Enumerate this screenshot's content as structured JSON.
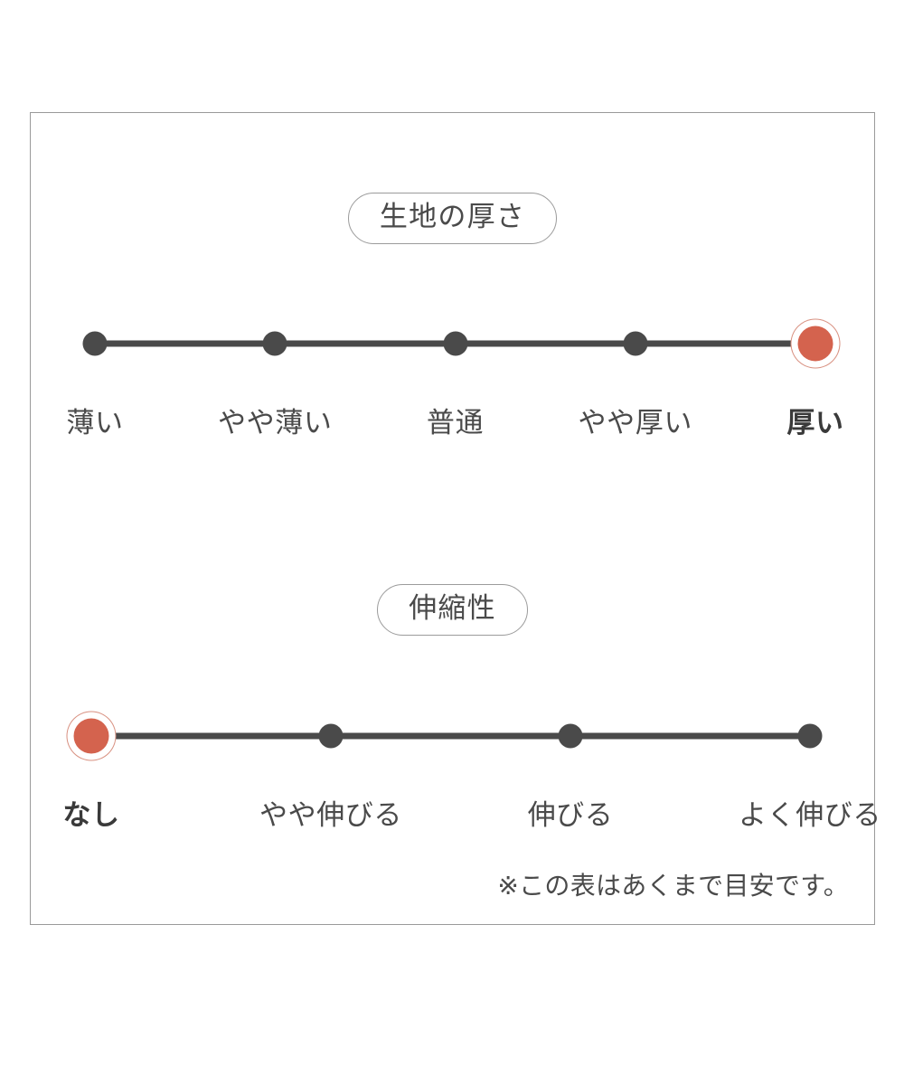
{
  "panel": {
    "border_color": "#9a9a9a",
    "background": "#ffffff"
  },
  "colors": {
    "track": "#4a4a4a",
    "dot": "#4a4a4a",
    "selected_dot": "#d4634e",
    "selected_ring": "#d89080",
    "text": "#4a4a4a"
  },
  "sections": [
    {
      "title": "生地の厚さ",
      "options": [
        {
          "label": "薄い",
          "selected": false
        },
        {
          "label": "やや薄い",
          "selected": false
        },
        {
          "label": "普通",
          "selected": false
        },
        {
          "label": "やや厚い",
          "selected": false
        },
        {
          "label": "厚い",
          "selected": true
        }
      ]
    },
    {
      "title": "伸縮性",
      "options": [
        {
          "label": "なし",
          "selected": true
        },
        {
          "label": "やや伸びる",
          "selected": false
        },
        {
          "label": "伸びる",
          "selected": false
        },
        {
          "label": "よく伸びる",
          "selected": false
        }
      ]
    }
  ],
  "footnote": "※この表はあくまで目安です。"
}
